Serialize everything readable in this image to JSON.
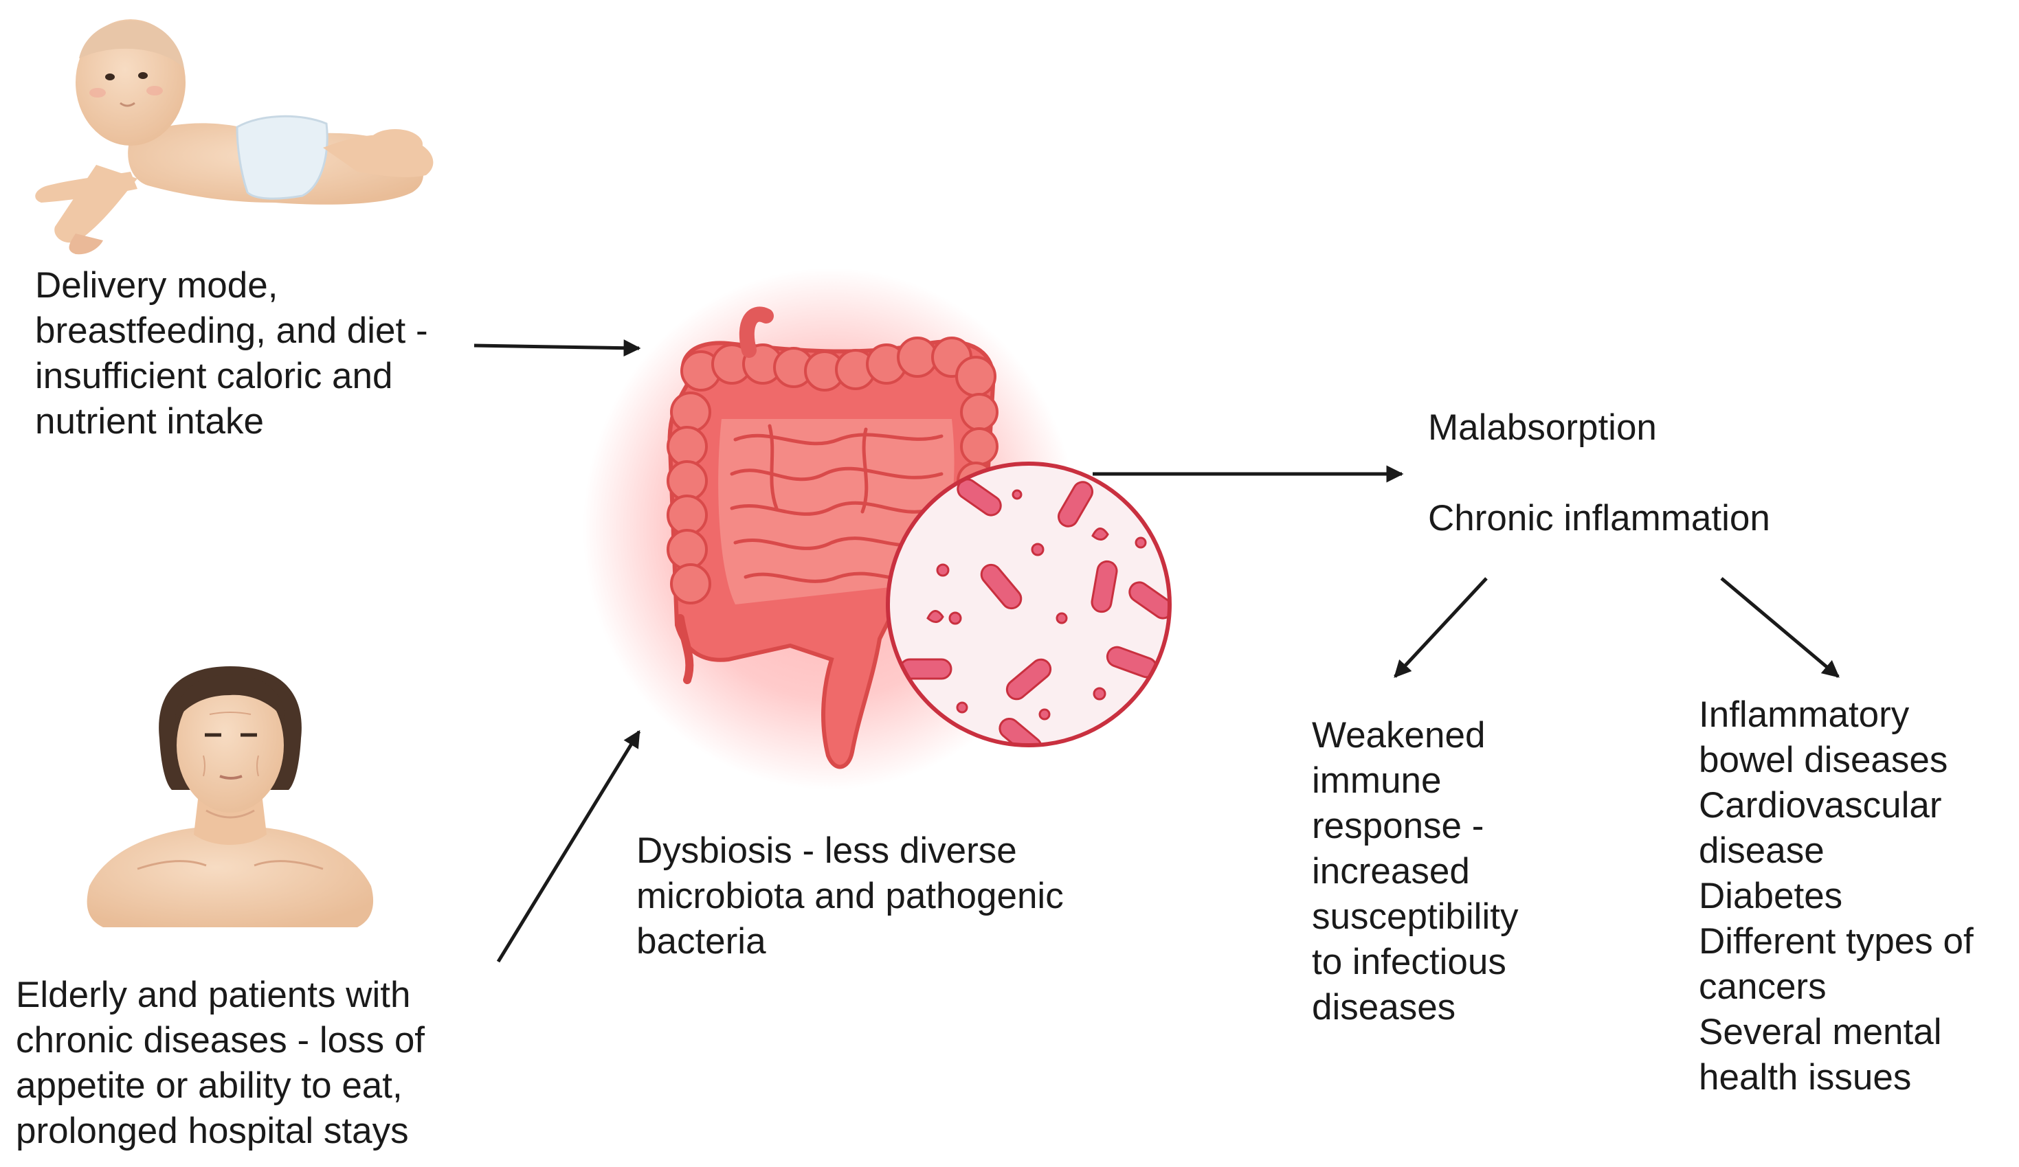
{
  "infant": {
    "lines": [
      "Delivery mode,",
      "breastfeeding, and diet -",
      "insufficient caloric and",
      "nutrient intake"
    ]
  },
  "elderly": {
    "lines": [
      "Elderly and patients with",
      "chronic diseases - loss of",
      "appetite or ability to eat,",
      "prolonged hospital stays"
    ]
  },
  "dysbiosis": {
    "lines": [
      "Dysbiosis - less diverse",
      "microbiota and pathogenic",
      "bacteria"
    ]
  },
  "outcomes": [
    "Malabsorption",
    "Chronic inflammation"
  ],
  "immune": {
    "lines": [
      "Weakened",
      "immune",
      "response -",
      "increased",
      "susceptibility",
      "to infectious",
      "diseases"
    ]
  },
  "diseases": {
    "lines": [
      "Inflammatory",
      "bowel diseases",
      "Cardiovascular",
      "disease",
      "Diabetes",
      "Different types of",
      "cancers",
      "Several mental",
      "health issues"
    ]
  },
  "colors": {
    "text": "#1a1a1a",
    "arrow": "#1a1a1a",
    "gut_glow": "#ff6b6b",
    "gut_fill": "#ef6a6a",
    "gut_dark": "#d94a4a",
    "intestine_fill": "#f48a86",
    "bacteria": "#e8617c",
    "magnifier_bg": "#fbeff1",
    "magnifier_ring": "#c9303f",
    "skin": "#f2cfb0",
    "hair": "#4a3427",
    "diaper": "#e7f0f6"
  },
  "icons": {
    "infant": "infant-illustration",
    "elderly": "elderly-woman-illustration",
    "gut": "intestine-illustration",
    "magnifier": "bacteria-magnifier"
  }
}
